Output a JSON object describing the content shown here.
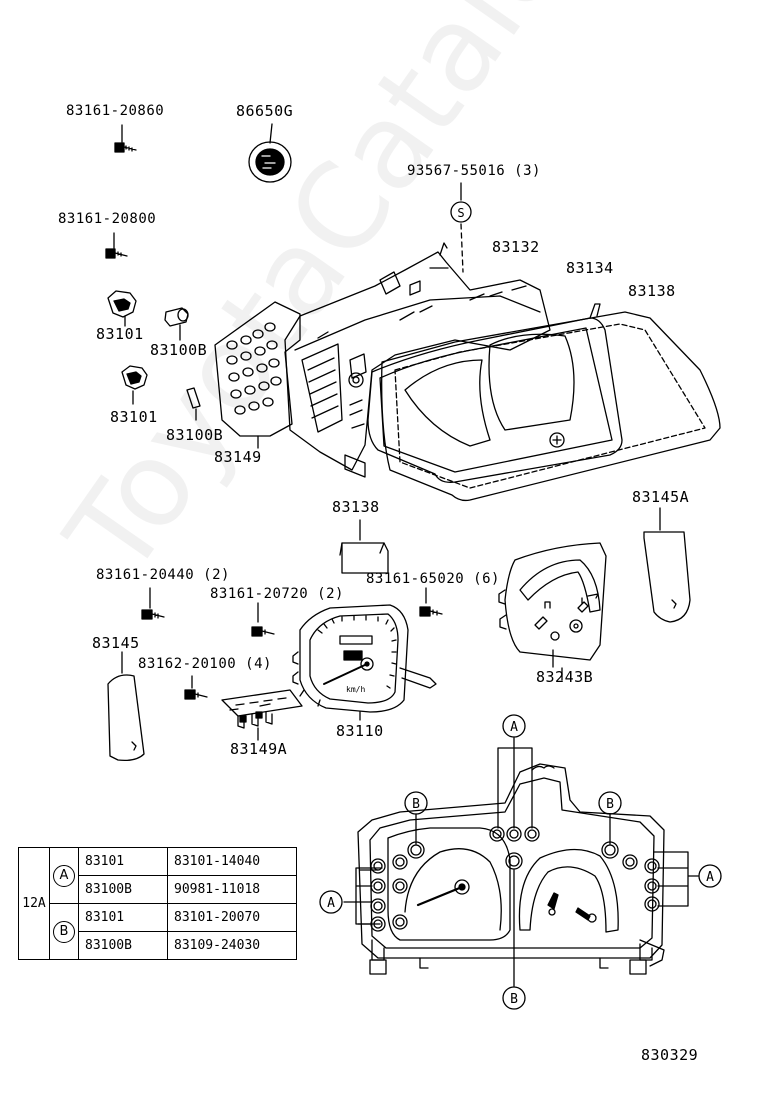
{
  "labels": {
    "p83161_20860": "83161-20860",
    "p86650g": "86650G",
    "p93567": "93567-55016 (3)",
    "p83161_20800": "83161-20800",
    "p83132": "83132",
    "p83134": "83134",
    "p83138_top": "83138",
    "p83101_a": "83101",
    "p83100b_a": "83100B",
    "p83101_b": "83101",
    "p83100b_b": "83100B",
    "p83149": "83149",
    "p83138_mid": "83138",
    "p83145a": "83145A",
    "p83161_20440": "83161-20440 (2)",
    "p83161_20720": "83161-20720 (2)",
    "p83161_65020": "83161-65020 (6)",
    "p83145": "83145",
    "p83162_20100": "83162-20100 (4)",
    "p83243b": "83243B",
    "p83110": "83110",
    "p83149a": "83149A",
    "code": "830329"
  },
  "markers": {
    "a": "A",
    "b": "B",
    "s": "S"
  },
  "legend": {
    "group": "12A",
    "rows": [
      {
        "mark": "A",
        "part": "83101",
        "number": "83101-14040"
      },
      {
        "mark": "",
        "part": "83100B",
        "number": "90981-11018"
      },
      {
        "mark": "B",
        "part": "83101",
        "number": "83101-20070"
      },
      {
        "mark": "",
        "part": "83100B",
        "number": "83109-24030"
      }
    ]
  },
  "gauge": {
    "unit": "km/h"
  },
  "watermark": "ToyotaCatalog.ru"
}
